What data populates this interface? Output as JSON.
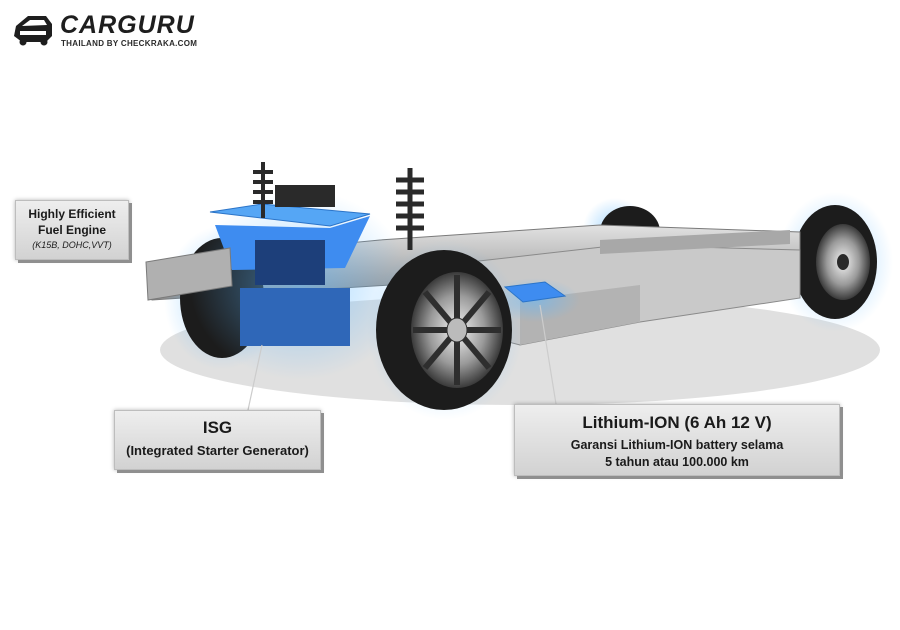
{
  "logo": {
    "title": "CARGURU",
    "subtitle": "THAILAND BY CHECKRAKA.COM"
  },
  "callouts": {
    "engine": {
      "title": "Highly Efficient Fuel Engine",
      "detail": "(K15B, DOHC,VVT)"
    },
    "isg": {
      "title": "ISG",
      "detail": "(Integrated Starter Generator)"
    },
    "battery": {
      "title": "Lithium-ION (6 Ah 12 V)",
      "detail_line1": "Garansi Lithium-ION battery selama",
      "detail_line2": "5 tahun atau 100.000 km"
    }
  },
  "colors": {
    "highlight": "#3e8cf0",
    "chassis": "#c8c8c8",
    "tire": "#1c1c1c"
  }
}
